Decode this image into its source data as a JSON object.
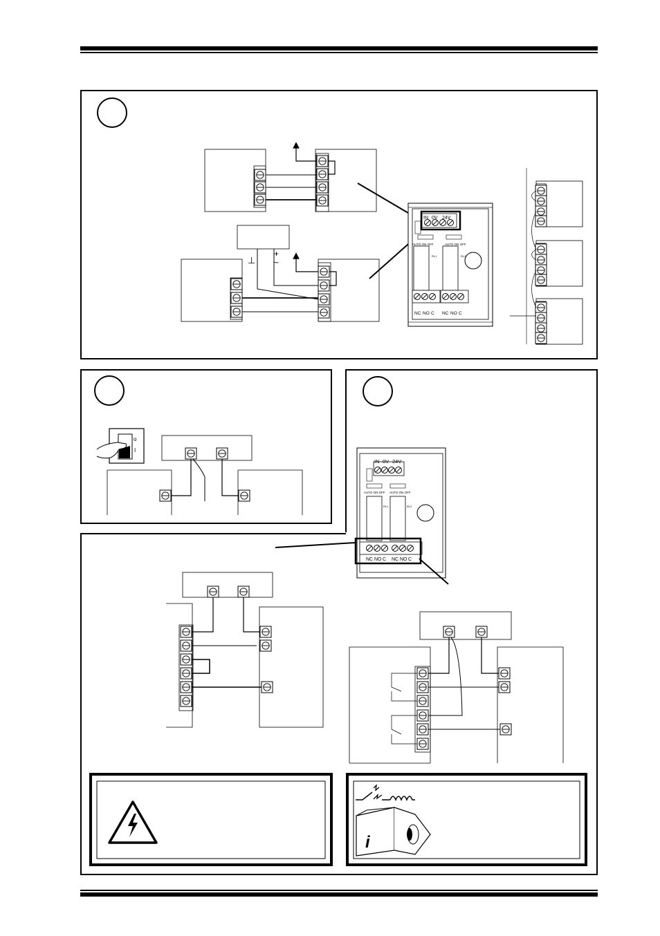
{
  "module": {
    "supply_labels": [
      "IN",
      "0V",
      "24V"
    ],
    "relay_labels": [
      "NC",
      "NO",
      "C",
      "NC",
      "NO",
      "C"
    ],
    "jumper_labels": [
      "AUTO ON OFF",
      "AUTO ON OFF"
    ],
    "relay_names": [
      "RL1",
      "RL2"
    ]
  },
  "section1": {
    "supply_signs": {
      "plus": "+",
      "tilde": "~",
      "ground": "⊥"
    }
  },
  "section2": {
    "switch_marks": {
      "on": "I",
      "off": "o"
    }
  },
  "warning_box": {
    "icon": "high-voltage-warning-icon"
  },
  "info_box": {
    "icon": "read-manual-icon",
    "coil_icon": "relay-coil-icon"
  }
}
